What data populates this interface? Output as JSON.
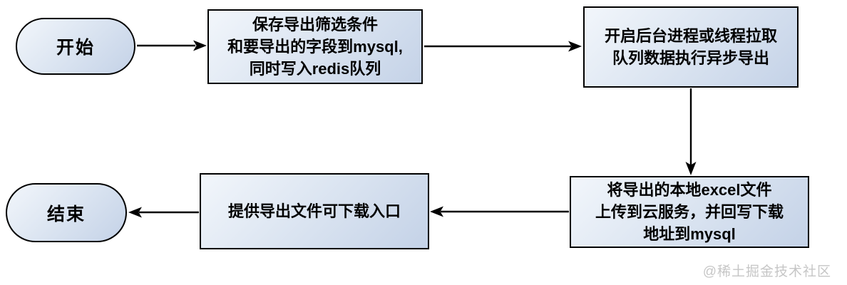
{
  "diagram": {
    "type": "flowchart",
    "nodes": {
      "start": {
        "shape": "terminator",
        "label": "开始"
      },
      "save": {
        "shape": "process",
        "label": "保存导出筛选条件\n和要导出的字段到mysql,\n同时写入redis队列"
      },
      "async": {
        "shape": "process",
        "label": "开启后台进程或线程拉取\n队列数据执行异步导出"
      },
      "upload": {
        "shape": "process",
        "label": "将导出的本地excel文件\n上传到云服务，并回写下载\n地址到mysql"
      },
      "entry": {
        "shape": "process",
        "label": "提供导出文件可下载入口"
      },
      "end": {
        "shape": "terminator",
        "label": "结束"
      }
    },
    "edges": [
      {
        "from": "start",
        "to": "save",
        "direction": "right"
      },
      {
        "from": "save",
        "to": "async",
        "direction": "right"
      },
      {
        "from": "async",
        "to": "upload",
        "direction": "down"
      },
      {
        "from": "upload",
        "to": "entry",
        "direction": "left"
      },
      {
        "from": "entry",
        "to": "end",
        "direction": "left"
      }
    ],
    "colors": {
      "node_fill_light": "#f2f6fb",
      "node_fill_dark": "#c4d2e7",
      "node_border": "#000000",
      "arrow": "#000000",
      "watermark_text": "#c6c6c6",
      "background": "#ffffff"
    },
    "watermark": "@稀土掘金技术社区"
  }
}
